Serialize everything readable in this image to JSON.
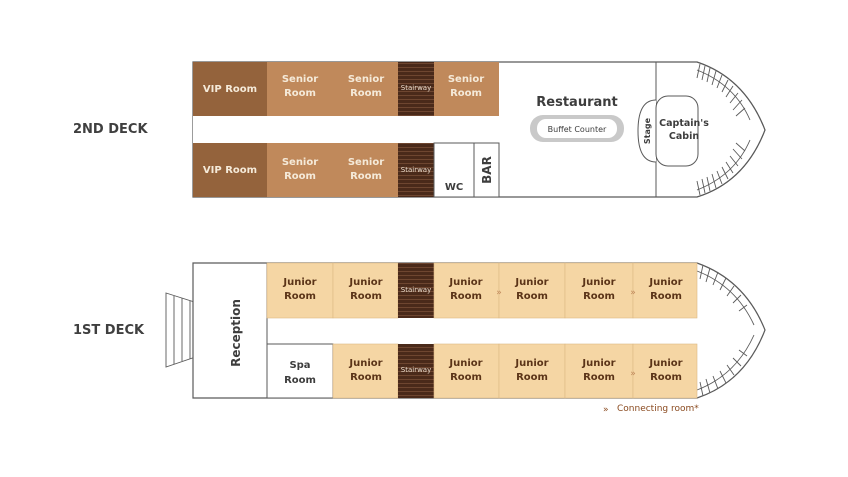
{
  "decks": {
    "second": {
      "label": "2ND DECK",
      "vip_room_1": "VIP Room",
      "vip_room_2": "VIP Room",
      "senior_room_1": [
        "Senior",
        "Room"
      ],
      "senior_room_2": [
        "Senior",
        "Room"
      ],
      "senior_room_3": [
        "Senior",
        "Room"
      ],
      "senior_room_4": [
        "Senior",
        "Room"
      ],
      "senior_room_5": [
        "Senior",
        "Room"
      ],
      "stairway_top": "Stairway",
      "stairway_bottom": "Stairway",
      "wc": "WC",
      "bar": "BAR",
      "restaurant": "Restaurant",
      "buffet_counter": "Buffet Counter",
      "stage": "Stage",
      "captains_cabin": [
        "Captain's",
        "Cabin"
      ]
    },
    "first": {
      "label": "1ST DECK",
      "reception": "Reception",
      "spa_room": [
        "Spa",
        "Room"
      ],
      "stairway_top": "Stairway",
      "stairway_bottom": "Stairway",
      "junior_top": [
        [
          "Junior",
          "Room"
        ],
        [
          "Junior",
          "Room"
        ],
        [
          "Junior",
          "Room"
        ],
        [
          "Junior",
          "Room"
        ],
        [
          "Junior",
          "Room"
        ],
        [
          "Junior",
          "Room"
        ]
      ],
      "junior_bottom": [
        [
          "Junior",
          "Room"
        ],
        [
          "Junior",
          "Room"
        ],
        [
          "Junior",
          "Room"
        ],
        [
          "Junior",
          "Room"
        ],
        [
          "Junior",
          "Room"
        ]
      ]
    }
  },
  "legend": {
    "connecting_room": "Connecting room*"
  },
  "colors": {
    "vip": "#94633c",
    "senior": "#c0895b",
    "junior": "#f5d6a4",
    "stairway": "#4a2a1a",
    "text_light": "#f5ead9",
    "text_dark": "#5b3418",
    "connector": "#c0895b"
  }
}
